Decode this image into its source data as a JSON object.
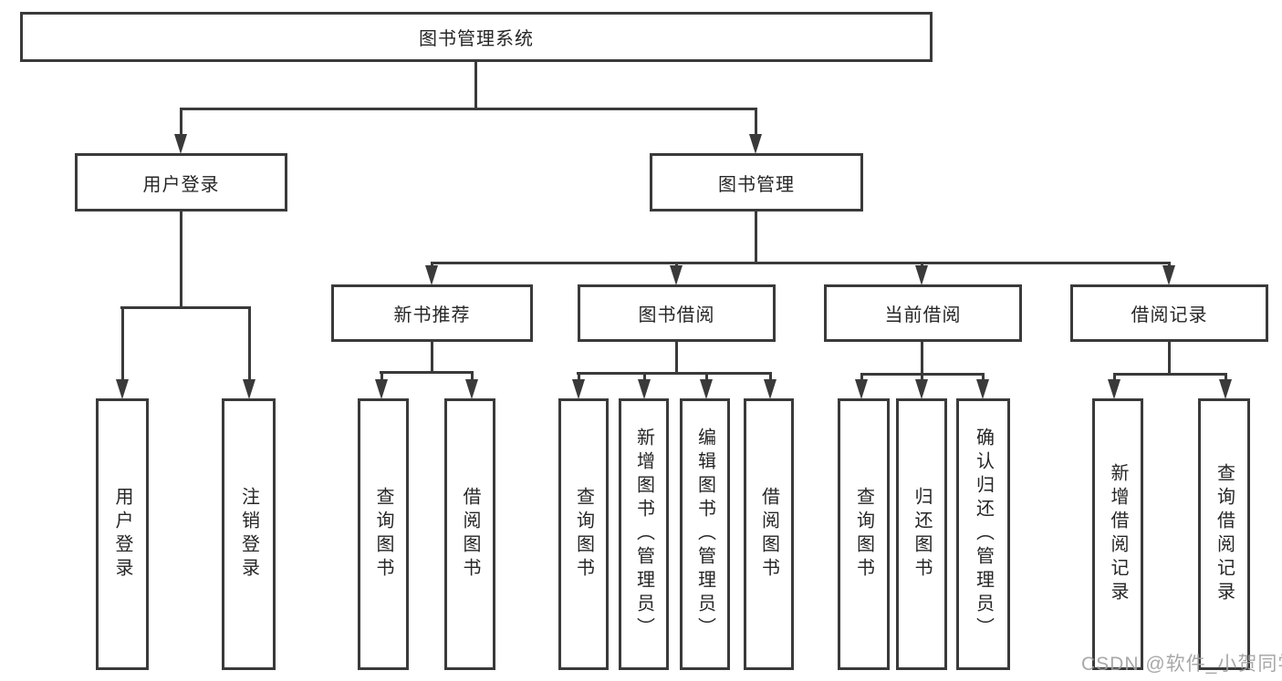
{
  "diagram": {
    "root": {
      "label": "图书管理系统"
    },
    "level2": [
      {
        "label": "用户登录"
      },
      {
        "label": "图书管理"
      }
    ],
    "level3": [
      {
        "label": "新书推荐"
      },
      {
        "label": "图书借阅"
      },
      {
        "label": "当前借阅"
      },
      {
        "label": "借阅记录"
      }
    ],
    "leaves": {
      "login": [
        "用户登录",
        "注销登录"
      ],
      "recommend": [
        "查询图书",
        "借阅图书"
      ],
      "borrow": [
        "查询图书",
        "新增图书（管理员）",
        "编辑图书（管理员）",
        "借阅图书"
      ],
      "current": [
        "查询图书",
        "归还图书",
        "确认归还（管理员）"
      ],
      "records": [
        "新增借阅记录",
        "查询借阅记录"
      ]
    }
  },
  "watermark": "CSDN @软件_小贺同学",
  "colors": {
    "line": "#3a3a3a",
    "text": "#262626",
    "background": "#ffffff",
    "watermark": "#9e9e9e"
  }
}
